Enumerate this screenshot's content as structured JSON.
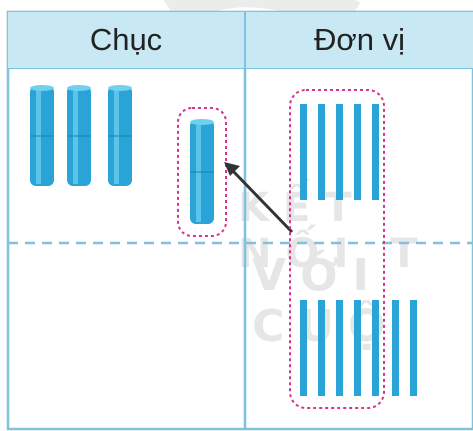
{
  "table": {
    "header_left": "Chục",
    "header_right": "Đơn vị"
  },
  "watermark": {
    "line1": "KẾT NỐI T",
    "line2": "VỚI CUỘ"
  },
  "colors": {
    "cell_blue": "#2aa3d6",
    "cell_light": "#5cc3ea",
    "grid": "#7fc2de",
    "header_bg": "#c8e8f4",
    "highlight": "#d6338a",
    "arrow": "#333333"
  },
  "counts": {
    "tens_rods": 3,
    "moved_ten_rod": 1,
    "unit_sticks_upper": 5,
    "unit_sticks_lower": 7
  }
}
